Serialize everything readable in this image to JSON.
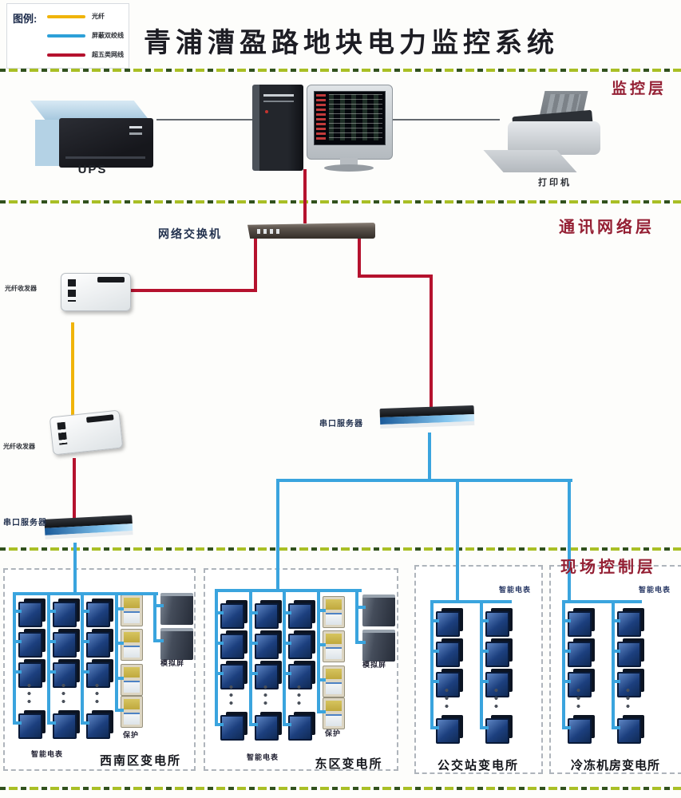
{
  "title": "青浦漕盈路地块电力监控系统",
  "legend": {
    "heading": "图例:",
    "items": [
      {
        "label": "光纤",
        "color": "#f0b40a"
      },
      {
        "label": "屏蔽双绞线",
        "color": "#2da0d8"
      },
      {
        "label": "超五类网线",
        "color": "#b5122e"
      }
    ]
  },
  "layer_labels": {
    "monitoring": "监控层",
    "network": "通讯网络层",
    "field": "现场控制层"
  },
  "device_labels": {
    "ups": "UPS",
    "printer": "打印机",
    "network_switch": "网络交换机",
    "fiber_transceiver_upper": "光纤收发器",
    "fiber_transceiver_lower": "光纤收发器",
    "serial_server_left": "串口服务器",
    "serial_server_right": "串口服务器"
  },
  "substations": [
    {
      "name": "西南区变电所",
      "meter_label": "智能电表",
      "protection_label": "保护",
      "panel_label": "模拟屏"
    },
    {
      "name": "东区变电所",
      "meter_label": "智能电表",
      "protection_label": "保护",
      "panel_label": "模拟屏"
    },
    {
      "name": "公交站变电所",
      "meter_label": "智能电表"
    },
    {
      "name": "冷冻机房变电所",
      "meter_label": "智能电表"
    }
  ],
  "line_colors": {
    "fiber": "#f0b40a",
    "shielded_twisted_pair": "#2da0d8",
    "cat5e": "#b5122e"
  }
}
